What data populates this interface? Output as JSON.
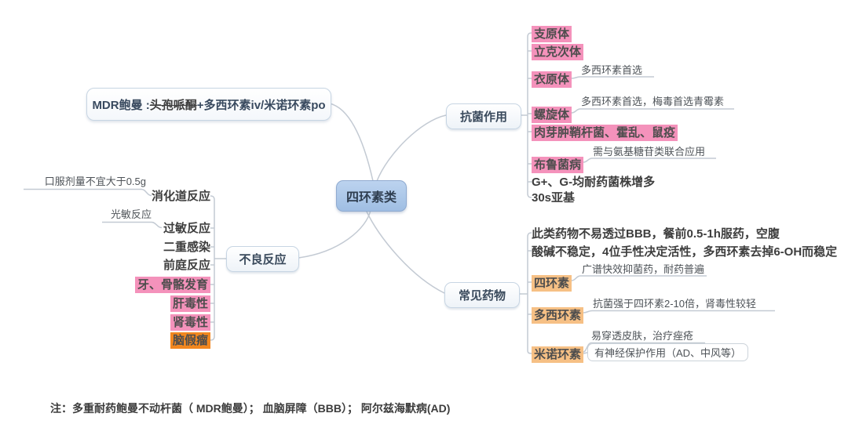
{
  "center": {
    "label": "四环素类"
  },
  "floating": {
    "prefix": "MDR鲍曼 :",
    "struck": "头孢哌酮",
    "suffix": "+多西环素iv/米诺环素po"
  },
  "antibacterial": {
    "label": "抗菌作用",
    "items": [
      {
        "label": "支原体",
        "style": "pink"
      },
      {
        "label": "立克次体",
        "style": "pink"
      },
      {
        "label": "衣原体",
        "style": "pink",
        "note": "多西环素首选"
      },
      {
        "label": "螺旋体",
        "style": "pink",
        "note": "多西环素首选，梅毒首选青霉素"
      },
      {
        "label": "肉芽肿鞘杆菌、霍乱、鼠疫",
        "style": "pink"
      },
      {
        "label": "布鲁菌病",
        "style": "pink",
        "note": "需与氨基糖苷类联合应用"
      },
      {
        "label": "G+、G-均耐药菌株增多",
        "style": "plain"
      },
      {
        "label": "30s亚基",
        "style": "plain"
      }
    ]
  },
  "common_drugs": {
    "label": "常见药物",
    "notes_top": [
      "此类药物不易透过BBB，餐前0.5-1h服药，空腹",
      "酸碱不稳定，4位手性决定活性，多西环素去掉6-OH而稳定"
    ],
    "drugs": [
      {
        "label": "四环素",
        "note": "广谱快效抑菌药，耐药普遍"
      },
      {
        "label": "多西环素",
        "note": "抗菌强于四环素2-10倍，肾毒性较轻"
      },
      {
        "label": "米诺环素",
        "note": "易穿透皮肤，治疗痤疮",
        "boxed_note": "有神经保护作用（AD、中风等）"
      }
    ]
  },
  "adverse": {
    "label": "不良反应",
    "items": [
      {
        "label": "消化道反应",
        "style": "plain",
        "note": "口服剂量不宜大于0.5g"
      },
      {
        "label": "过敏反应",
        "style": "plain",
        "note": "光敏反应"
      },
      {
        "label": "二重感染",
        "style": "plain"
      },
      {
        "label": "前庭反应",
        "style": "plain"
      },
      {
        "label": "牙、骨骼发育",
        "style": "pink"
      },
      {
        "label": "肝毒性",
        "style": "pink"
      },
      {
        "label": "肾毒性",
        "style": "pink"
      },
      {
        "label": "脑假瘤",
        "style": "orange-strong"
      }
    ]
  },
  "footnote": "注：多重耐药鲍曼不动杆菌（ MDR鲍曼）； 血脑屏障（BBB）； 阿尔兹海默病(AD)",
  "colors": {
    "pink": "#F492BB",
    "orange": "#F6C085",
    "orange_strong": "#F2871F",
    "center_fill_top": "#BCD3EF",
    "center_fill_bottom": "#9FBEE3",
    "node_border": "#C7D5E3",
    "line": "#C3CAD3"
  }
}
